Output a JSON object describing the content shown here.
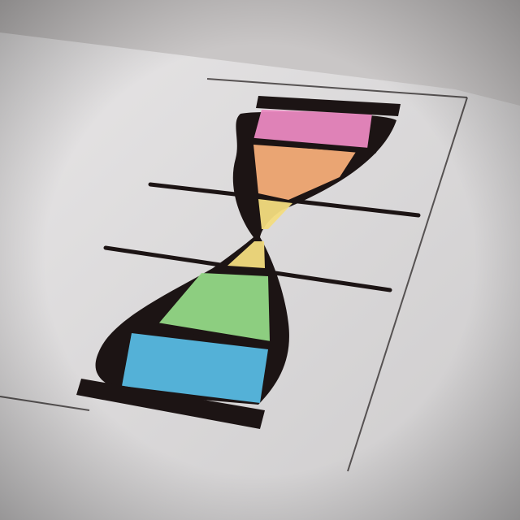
{
  "image": {
    "subject": "hand-drawn-hourglass-sketch",
    "colors": {
      "background": "#c9c6c6",
      "paper": "#e4e2e3",
      "ink": "#1c1414",
      "pink": "#ea88c0",
      "orange": "#f5ad78",
      "yellow": "#f3dc7e",
      "green": "#93d886",
      "blue": "#57b9e2"
    },
    "bands": [
      {
        "name": "top-band",
        "color": "pink"
      },
      {
        "name": "upper-band",
        "color": "orange"
      },
      {
        "name": "upper-neck-band",
        "color": "yellow"
      },
      {
        "name": "lower-neck-band",
        "color": "yellow"
      },
      {
        "name": "lower-band",
        "color": "green"
      },
      {
        "name": "bottom-band",
        "color": "blue"
      }
    ]
  }
}
